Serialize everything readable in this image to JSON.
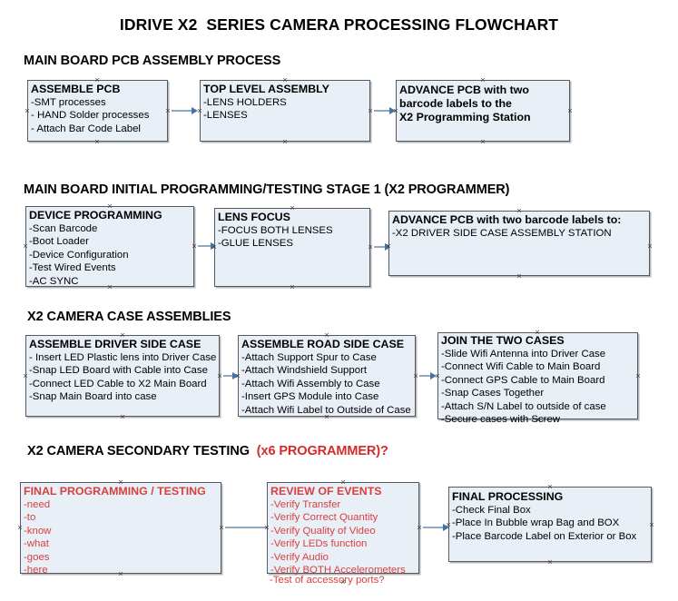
{
  "document": {
    "title": "IDRIVE X2  SERIES CAMERA PROCESSING FLOWCHART"
  },
  "colors": {
    "box_fill": "#e9eff7",
    "box_border": "#555a60",
    "connector": "#8fa8c4",
    "arrowhead": "#4472a8",
    "accent_red": "#d8403f",
    "heading_accent_red": "#d42b2b",
    "text": "#000000"
  },
  "sections": [
    {
      "id": "main-board-pcb-assembly-process",
      "heading": "MAIN BOARD PCB ASSEMBLY PROCESS",
      "heading_accent": "",
      "boxes": [
        {
          "id": "assemble-pcb",
          "title": "ASSEMBLE PCB",
          "lines": [
            "-SMT processes",
            "- HAND Solder processes",
            "- Attach Bar Code Label"
          ]
        },
        {
          "id": "top-level-assembly",
          "title": "TOP LEVEL ASSEMBLY",
          "lines": [
            "-LENS HOLDERS",
            "-LENSES"
          ]
        },
        {
          "id": "advance-pcb-to-x2-programming-station",
          "title": "ADVANCE PCB with two",
          "title_lines": [
            "ADVANCE PCB with two",
            "barcode labels to the",
            " X2 Programming Station"
          ],
          "lines": []
        }
      ]
    },
    {
      "id": "main-board-initial-programming-testing-stage-1",
      "heading": "MAIN BOARD INITIAL PROGRAMMING/TESTING STAGE 1 (X2 PROGRAMMER)",
      "heading_accent": "",
      "boxes": [
        {
          "id": "device-programming",
          "title": "DEVICE PROGRAMMING",
          "lines": [
            "-Scan Barcode",
            "-Boot Loader",
            "-Device Configuration",
            "-Test Wired Events",
            "-AC SYNC"
          ]
        },
        {
          "id": "lens-focus",
          "title": "LENS FOCUS",
          "lines": [
            "-FOCUS BOTH LENSES",
            "-GLUE LENSES"
          ]
        },
        {
          "id": "advance-pcb-to-driver-side-case-assembly-station",
          "title": "ADVANCE PCB with two barcode labels to:",
          "lines": [
            "-X2 DRIVER  SIDE  CASE  ASSEMBLY STATION"
          ]
        }
      ]
    },
    {
      "id": "x2-camera-case-assemblies",
      "heading": "X2 CAMERA CASE ASSEMBLIES",
      "heading_accent": "",
      "boxes": [
        {
          "id": "assemble-driver-side-case",
          "title": "ASSEMBLE DRIVER SIDE CASE",
          "lines": [
            "- Insert LED Plastic lens into Driver Case",
            "-Snap LED Board with Cable into Case",
            "-Connect LED Cable to X2 Main Board",
            "-Snap Main Board into case"
          ]
        },
        {
          "id": "assemble-road-side-case",
          "title": "ASSEMBLE ROAD SIDE CASE",
          "lines": [
            "-Attach Support Spur to Case",
            "-Attach Windshield Support",
            "-Attach Wifi Assembly to Case",
            "-Insert GPS Module into Case",
            "-Attach Wifi Label to Outside of Case"
          ]
        },
        {
          "id": "join-the-two-cases",
          "title": "JOIN THE TWO CASES",
          "lines": [
            "-Slide Wifi Antenna into Driver Case",
            "-Connect Wifi Cable to Main Board",
            "-Connect GPS Cable to Main Board",
            "-Snap Cases Together",
            "-Attach S/N Label to outside of case",
            "-Secure cases with Screw"
          ]
        }
      ]
    },
    {
      "id": "x2-camera-secondary-testing",
      "heading": "X2 CAMERA SECONDARY TESTING  ",
      "heading_accent": "(x6 PROGRAMMER)?",
      "boxes": [
        {
          "id": "final-programming-testing",
          "title": "FINAL PROGRAMMING / TESTING",
          "lines": [
            "-need",
            "-to",
            "-know",
            "-what",
            "-goes",
            "-here"
          ]
        },
        {
          "id": "review-of-events",
          "title": "REVIEW OF EVENTS",
          "lines": [
            "-Verify Transfer",
            "-Verify Correct Quantity",
            "-Verify Quality of Video",
            "-Verify LEDs function",
            "-Verify Audio",
            "-Verify BOTH Accelerometers"
          ],
          "overflow_line": "-Test of accessory ports?"
        },
        {
          "id": "final-processing",
          "title": "FINAL PROCESSING",
          "lines": [
            " -Check Final Box",
            "-Place In Bubble wrap Bag and BOX",
            "-Place Barcode Label on Exterior or Box"
          ]
        }
      ]
    }
  ]
}
